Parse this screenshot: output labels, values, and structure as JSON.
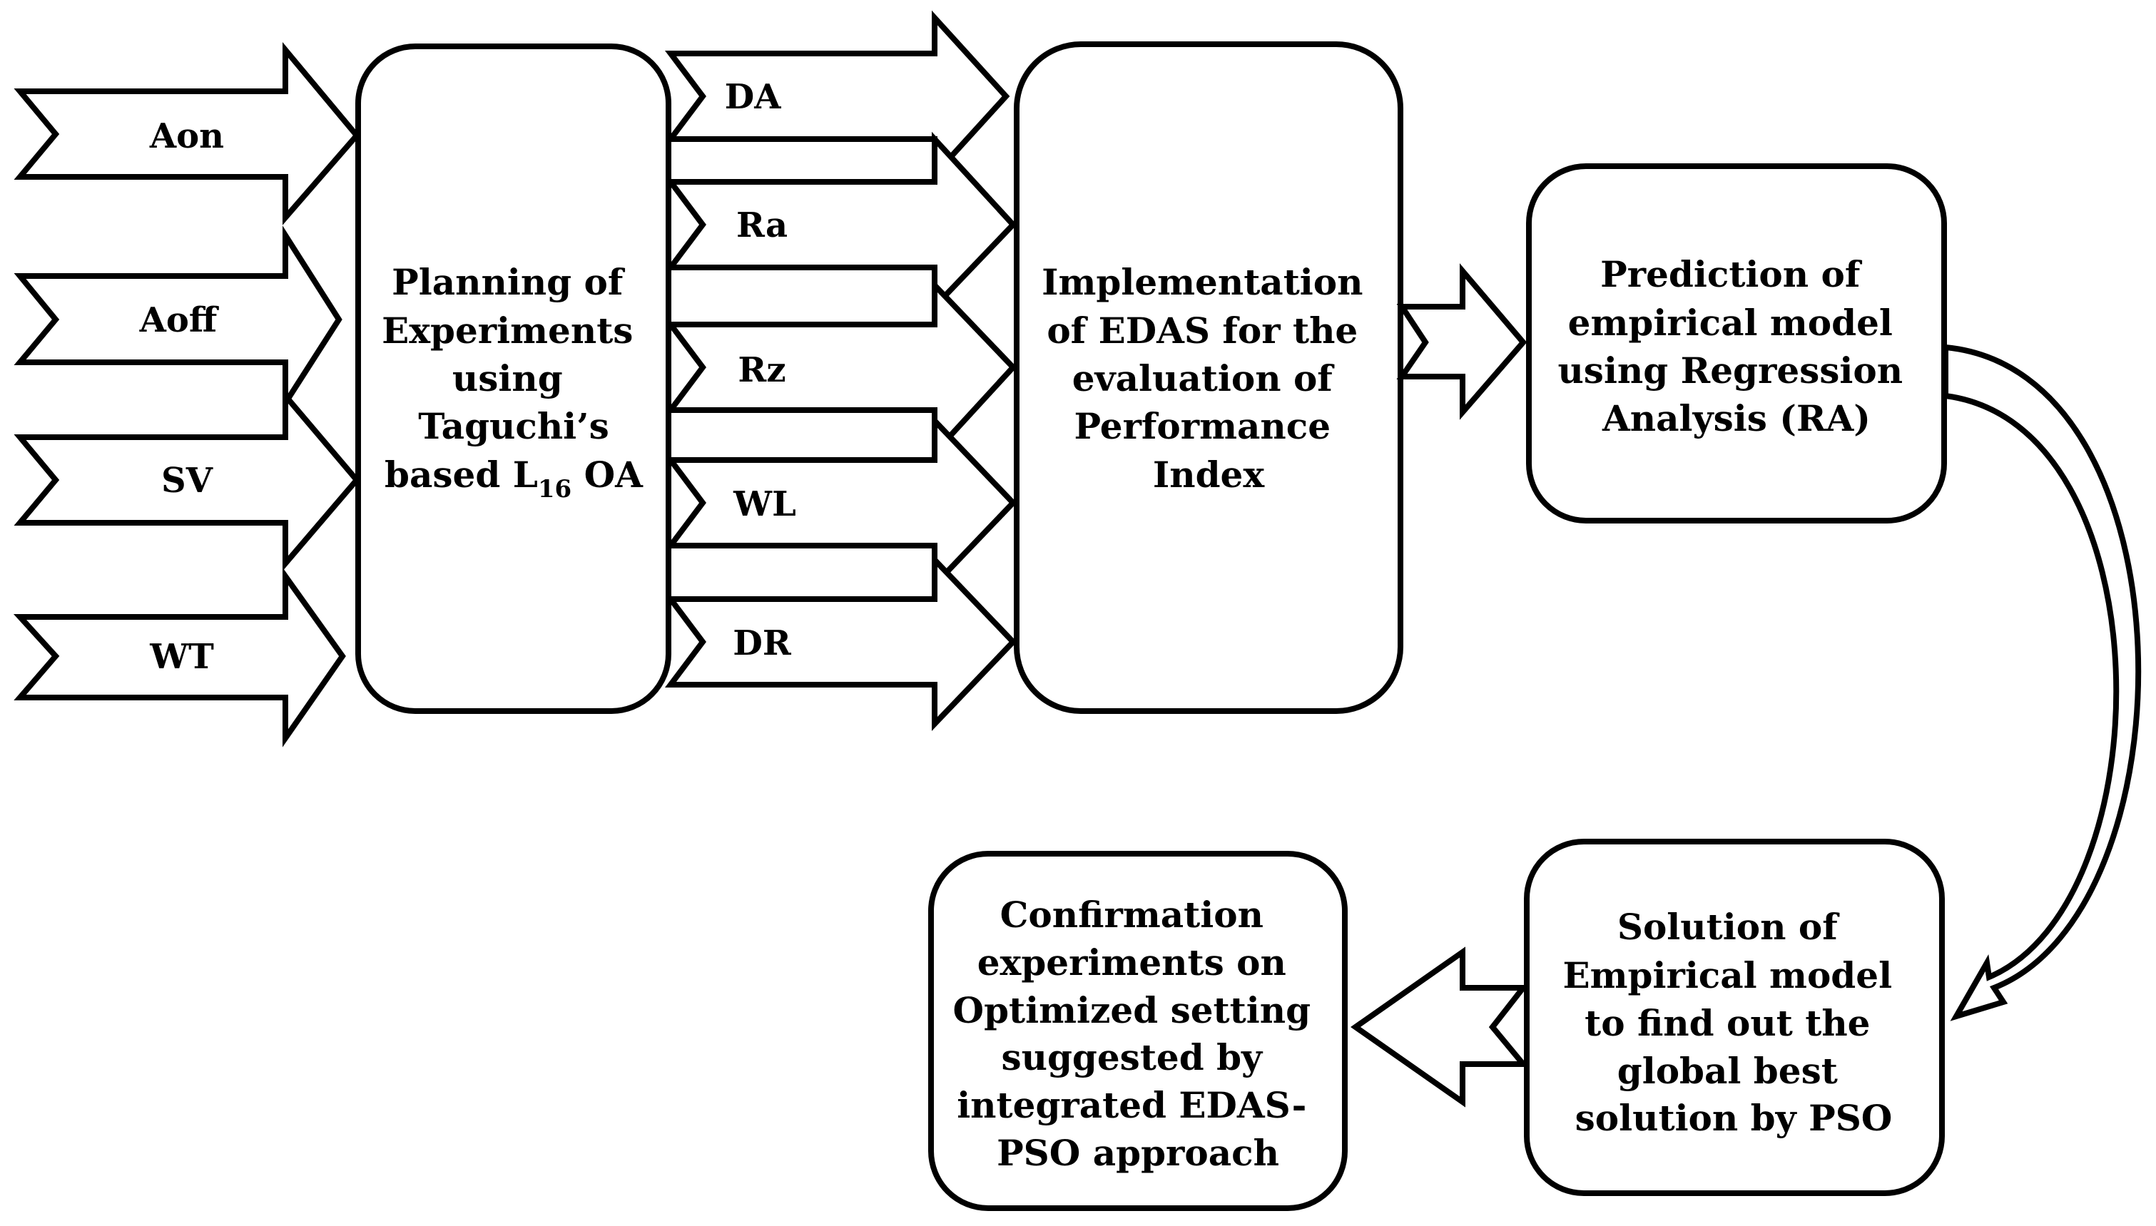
{
  "inputs": [
    "Aon",
    "Aoff",
    "SV",
    "WT"
  ],
  "responses": [
    "DA",
    "Ra",
    "Rz",
    "WL",
    "DR"
  ],
  "planning_box": {
    "lines": [
      "Planning of",
      "Experiments",
      "using",
      "Taguchi’s"
    ],
    "last_line_prefix": "based L",
    "last_line_subscript": "16",
    "last_line_suffix": " OA"
  },
  "edas_box": {
    "lines": [
      "Implementation",
      "of EDAS for the",
      "evaluation of",
      "Performance",
      "Index"
    ]
  },
  "prediction_box": {
    "lines": [
      "Prediction of",
      "empirical model",
      "using Regression",
      "Analysis (RA)"
    ]
  },
  "solution_box": {
    "lines": [
      "Solution of",
      "Empirical model",
      "to find out the",
      "global best",
      "solution by PSO"
    ]
  },
  "confirmation_box": {
    "lines": [
      "Confirmation",
      "experiments on",
      "Optimized setting",
      "suggested by",
      "integrated EDAS-",
      "PSO approach"
    ]
  }
}
